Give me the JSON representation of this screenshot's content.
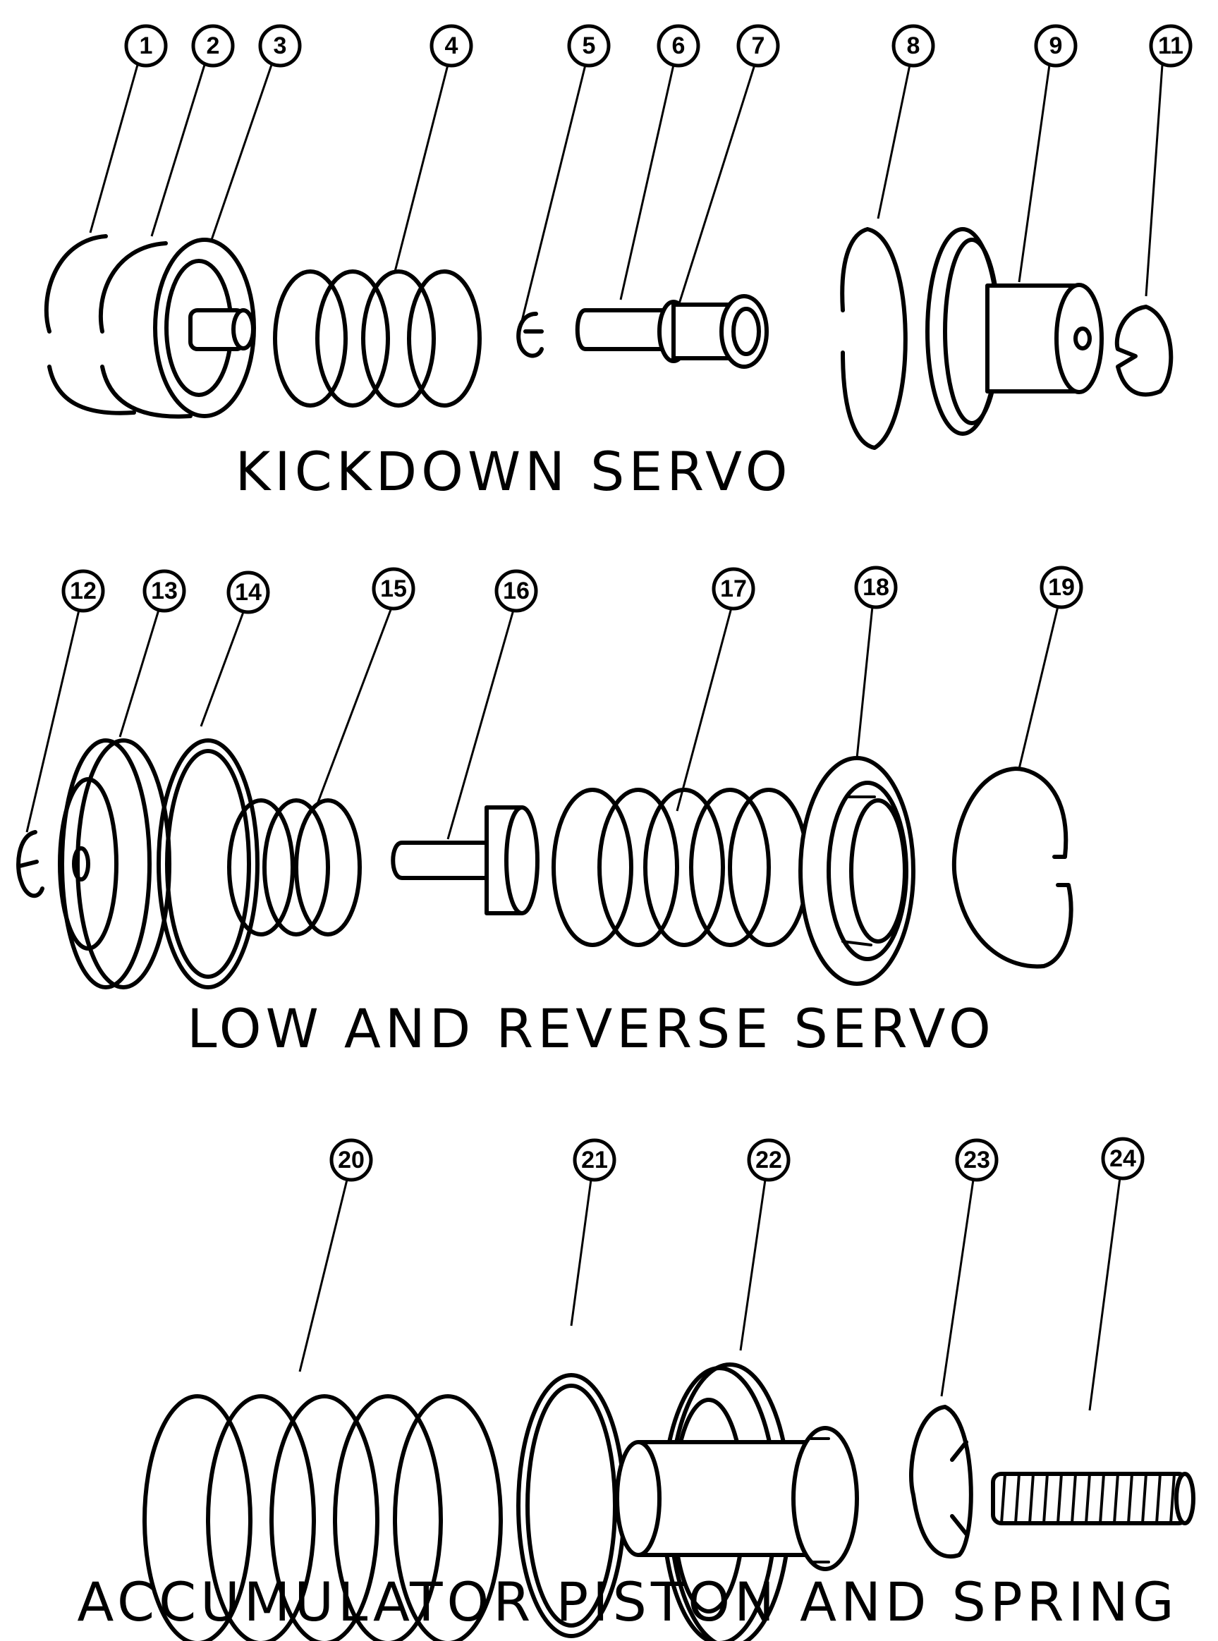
{
  "sections": [
    {
      "title": "KICKDOWN SERVO",
      "callouts": [
        "1",
        "2",
        "3",
        "4",
        "5",
        "6",
        "7",
        "8",
        "9",
        "11"
      ]
    },
    {
      "title": "LOW AND REVERSE SERVO",
      "callouts": [
        "12",
        "13",
        "14",
        "15",
        "16",
        "17",
        "18",
        "19"
      ]
    },
    {
      "title": "ACCUMULATOR PISTON AND SPRING",
      "callouts": [
        "20",
        "21",
        "22",
        "23",
        "24"
      ]
    }
  ]
}
